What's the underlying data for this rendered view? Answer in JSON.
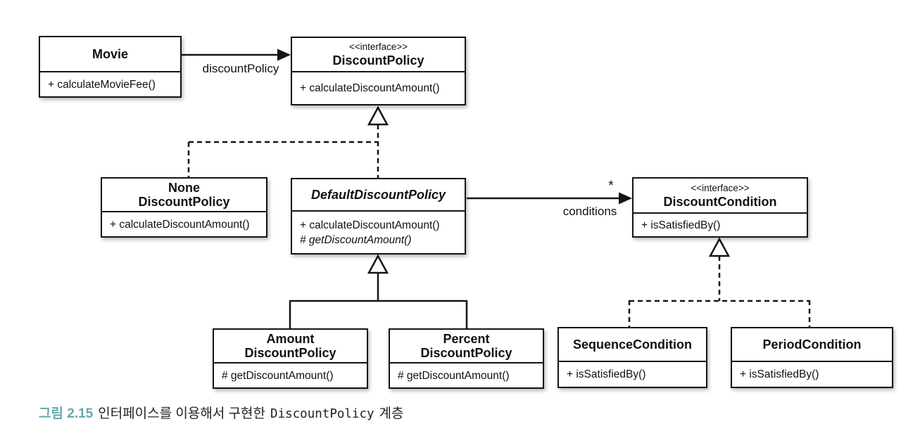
{
  "diagram": {
    "boxes": {
      "movie": {
        "title": "Movie",
        "methods": [
          "+ calculateMovieFee()"
        ]
      },
      "discount_policy": {
        "stereotype": "<<interface>>",
        "title": "DiscountPolicy",
        "methods": [
          "+ calculateDiscountAmount()"
        ]
      },
      "none_discount_policy": {
        "title_line1": "None",
        "title_line2": "DiscountPolicy",
        "methods": [
          "+ calculateDiscountAmount()"
        ]
      },
      "default_discount_policy": {
        "title": "DefaultDiscountPolicy",
        "methods": [
          "+ calculateDiscountAmount()",
          "# getDiscountAmount()"
        ]
      },
      "discount_condition": {
        "stereotype": "<<interface>>",
        "title": "DiscountCondition",
        "methods": [
          "+ isSatisfiedBy()"
        ]
      },
      "amount_discount_policy": {
        "title_line1": "Amount",
        "title_line2": "DiscountPolicy",
        "methods": [
          "# getDiscountAmount()"
        ]
      },
      "percent_discount_policy": {
        "title_line1": "Percent",
        "title_line2": "DiscountPolicy",
        "methods": [
          "# getDiscountAmount()"
        ]
      },
      "sequence_condition": {
        "title": "SequenceCondition",
        "methods": [
          "+ isSatisfiedBy()"
        ]
      },
      "period_condition": {
        "title": "PeriodCondition",
        "methods": [
          "+ isSatisfiedBy()"
        ]
      }
    },
    "edges": {
      "movie_to_discount_policy": {
        "label": "discountPolicy"
      },
      "default_to_condition": {
        "label": "conditions",
        "multiplicity": "*"
      }
    }
  },
  "caption": {
    "figure_label": "그림 2.15",
    "text_before_code": "인터페이스를 이용해서 구현한",
    "code": "DiscountPolicy",
    "text_after_code": "계층"
  },
  "colors": {
    "caption_accent": "#63a8af",
    "line": "#141414",
    "background": "#ffffff"
  }
}
